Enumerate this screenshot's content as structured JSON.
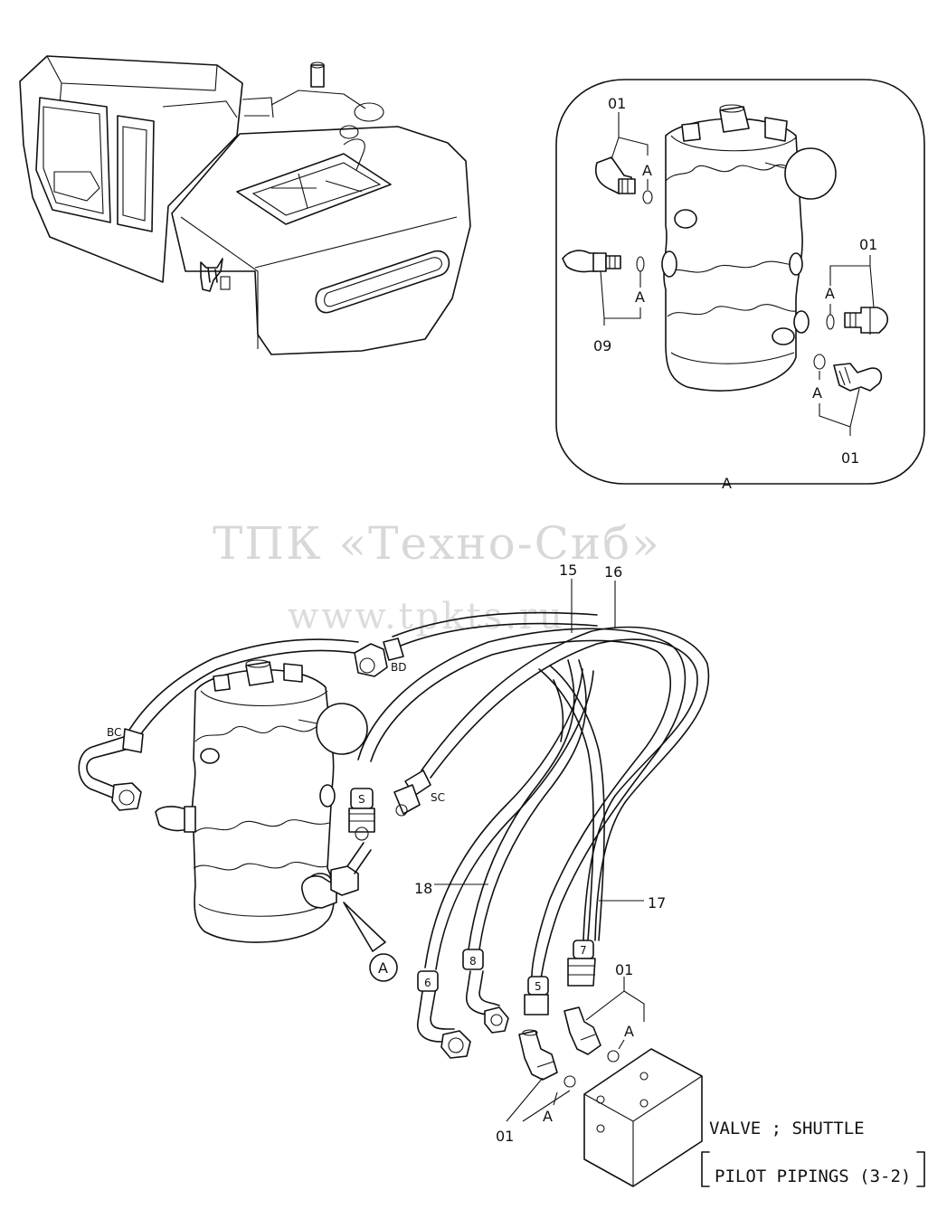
{
  "watermark": {
    "line1": "ТПК «Техно-Сиб»",
    "line2": "www.tpkts.ru"
  },
  "detail": {
    "frame_label": "A",
    "callouts": [
      "01",
      "01",
      "01",
      "09"
    ],
    "oring_label": "A"
  },
  "main": {
    "hose_numbers": [
      "15",
      "16",
      "17",
      "18"
    ],
    "port_labels": [
      "BD",
      "BC",
      "S",
      "SC"
    ],
    "sleeve_numbers": [
      "5",
      "6",
      "7",
      "8"
    ],
    "pointer_label": "A",
    "fitting_callouts": [
      "01",
      "01"
    ],
    "oring_label": "A"
  },
  "caption": {
    "line1": "VALVE ; SHUTTLE",
    "line2": "PILOT PIPINGS (3-2)"
  }
}
